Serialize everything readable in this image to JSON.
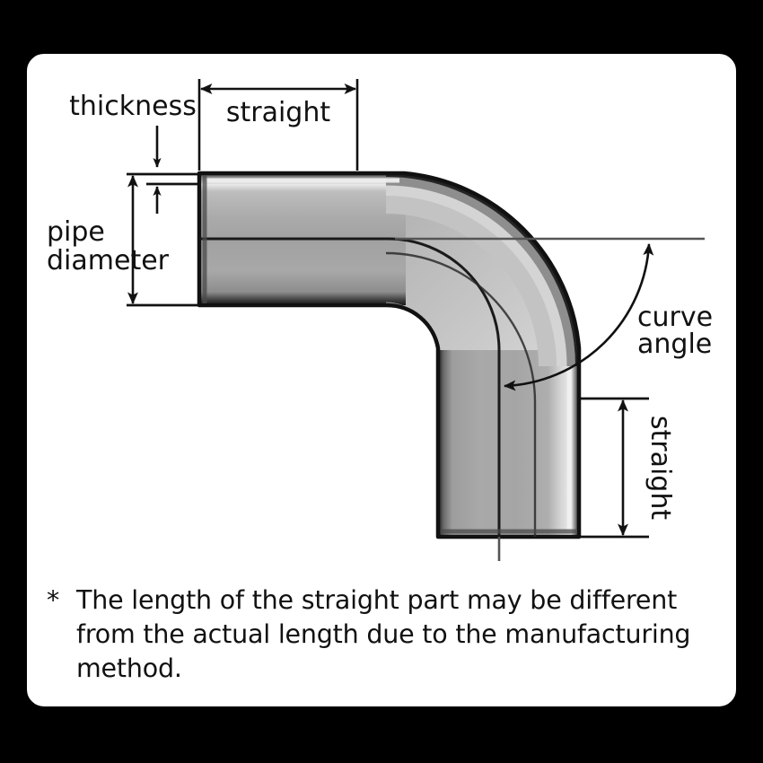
{
  "panel": {
    "background": "#ffffff",
    "border_color": "#000000",
    "outer_background": "#000000"
  },
  "diagram": {
    "title": "Pipe elbow dimension diagram",
    "type": "90-degree pipe bend",
    "pipe": {
      "fill_light": "#e8e8e8",
      "fill_mid": "#a9a9aa",
      "fill_dark": "#6f6f70",
      "outline": "#111111"
    }
  },
  "labels": {
    "thickness": "thickness",
    "straight_horizontal": "straight",
    "pipe_diameter_line1": "pipe",
    "pipe_diameter_line2": "diameter",
    "curve_angle_line1": "curve",
    "curve_angle_line2": "angle",
    "straight_vertical": "straight"
  },
  "footnote": {
    "marker": "*",
    "text": "The length of the straight part may be different from the actual length due to the manufacturing method."
  }
}
